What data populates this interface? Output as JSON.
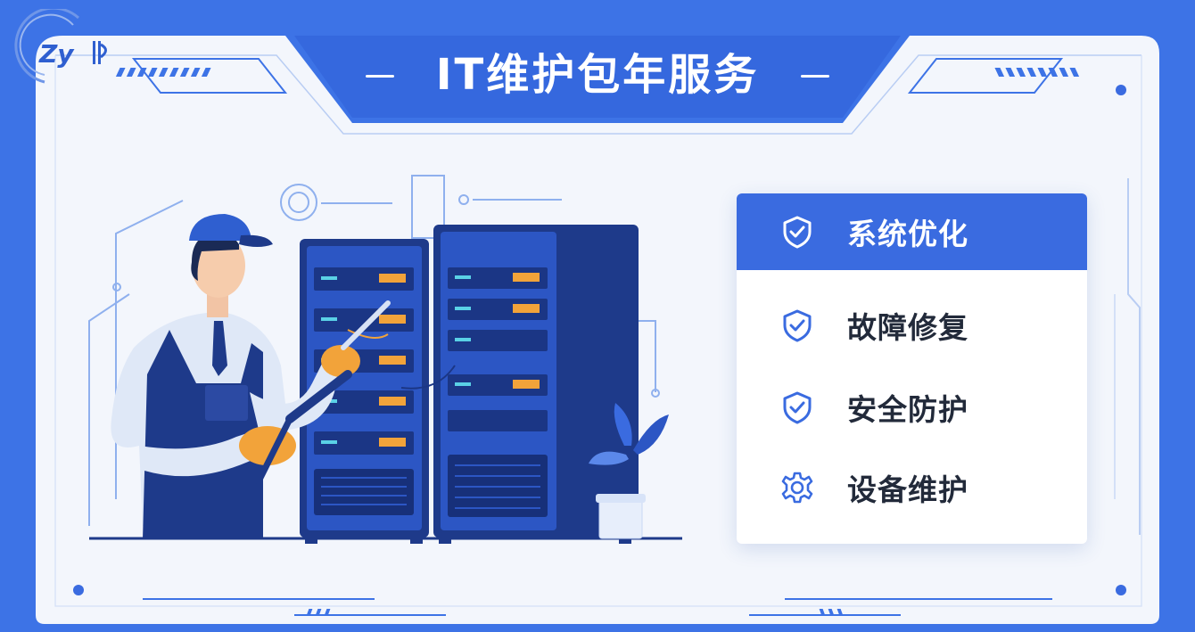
{
  "banner": {
    "title": "IT维护包年服务",
    "logo_text": "Zy",
    "logo_icon": "zy-logo-icon"
  },
  "colors": {
    "primary_blue": "#3d73e6",
    "panel_active": "#3a6be0",
    "navy": "#1e3a8a",
    "card_bg": "#f3f6fc",
    "icon_blue": "#3a6be0"
  },
  "services": {
    "items": [
      {
        "label": "系统优化",
        "icon": "shield-check-icon",
        "active": true
      },
      {
        "label": "故障修复",
        "icon": "shield-check-icon",
        "active": false
      },
      {
        "label": "安全防护",
        "icon": "shield-check-icon",
        "active": false
      },
      {
        "label": "设备维护",
        "icon": "gear-icon",
        "active": false
      }
    ]
  }
}
